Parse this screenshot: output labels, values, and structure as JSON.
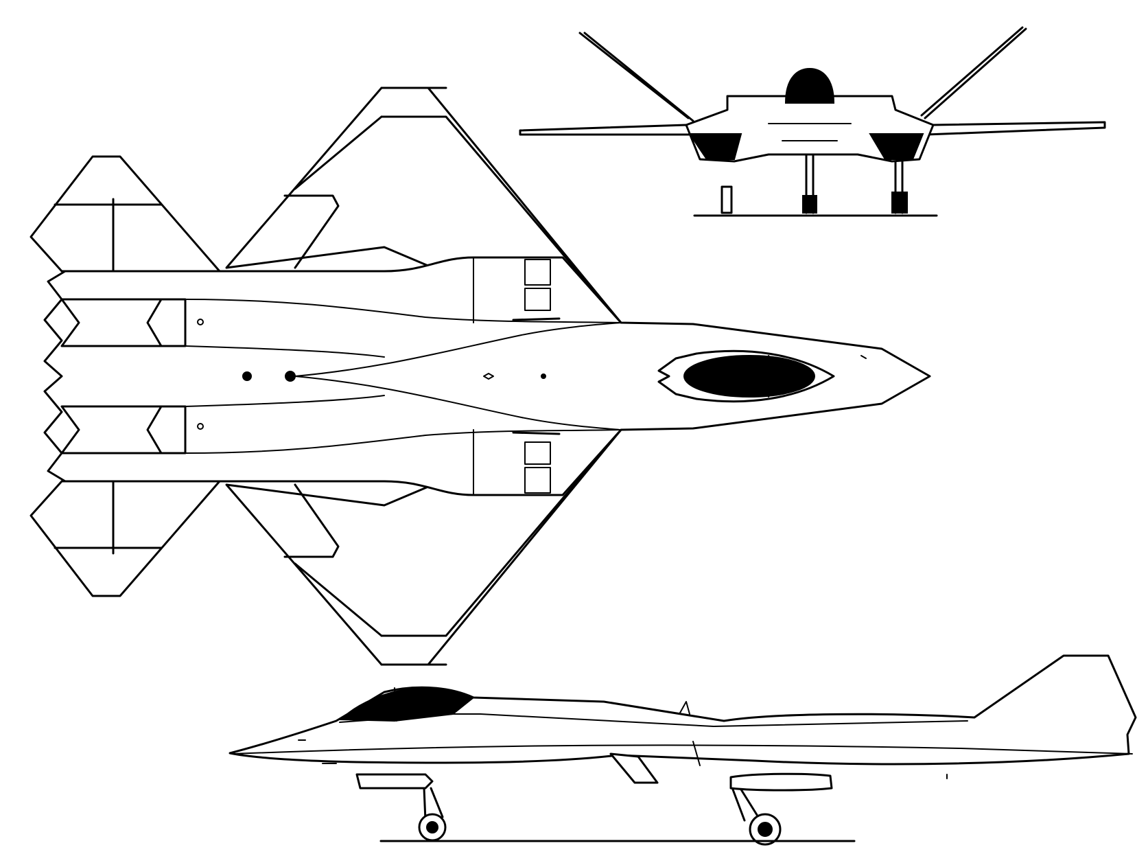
{
  "drawing": {
    "subject": "aircraft-three-view",
    "views": [
      "top-view",
      "front-view",
      "side-view"
    ],
    "line_color": "#000000",
    "background_color": "#ffffff"
  }
}
